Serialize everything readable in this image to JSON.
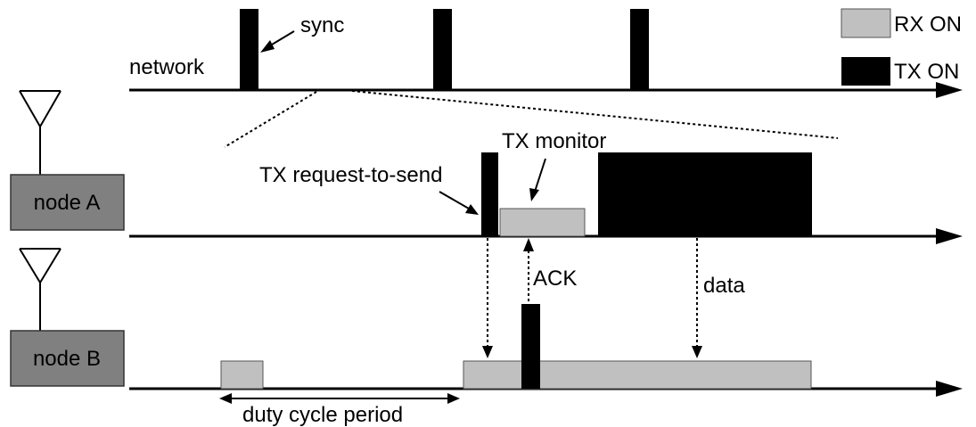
{
  "colors": {
    "rx_on": "#c0c0c0",
    "tx_on": "#000000",
    "node_box": "#808080",
    "line": "#000000"
  },
  "legend": {
    "rx_label": "RX ON",
    "tx_label": "TX ON"
  },
  "timelines": {
    "network_label": "network"
  },
  "nodes": {
    "node_a_label": "node A",
    "node_b_label": "node B"
  },
  "annotations": {
    "sync": "sync",
    "tx_monitor": "TX monitor",
    "tx_rts": "TX request-to-send",
    "ack": "ACK",
    "data": "data",
    "duty_cycle": "duty cycle period"
  }
}
